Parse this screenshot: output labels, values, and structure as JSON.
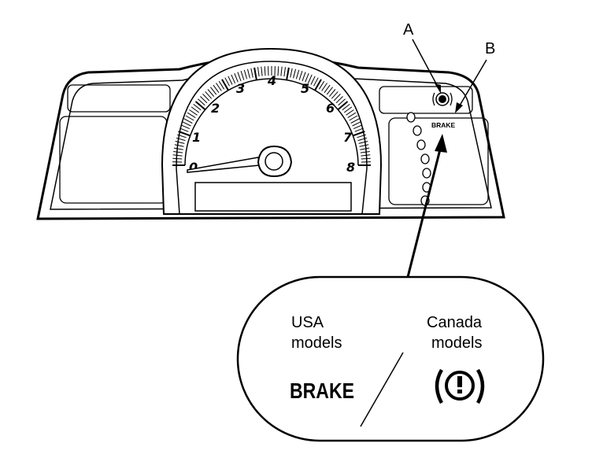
{
  "callouts": {
    "a": "A",
    "b": "B"
  },
  "gauge": {
    "numbers": [
      "0",
      "1",
      "2",
      "3",
      "4",
      "5",
      "6",
      "7",
      "8"
    ]
  },
  "cluster": {
    "brake_text": "BRAKE"
  },
  "inset": {
    "usa_line1": "USA",
    "usa_line2": "models",
    "canada_line1": "Canada",
    "canada_line2": "models",
    "usa_indicator": "BRAKE",
    "canada_indicator": "(!)"
  }
}
